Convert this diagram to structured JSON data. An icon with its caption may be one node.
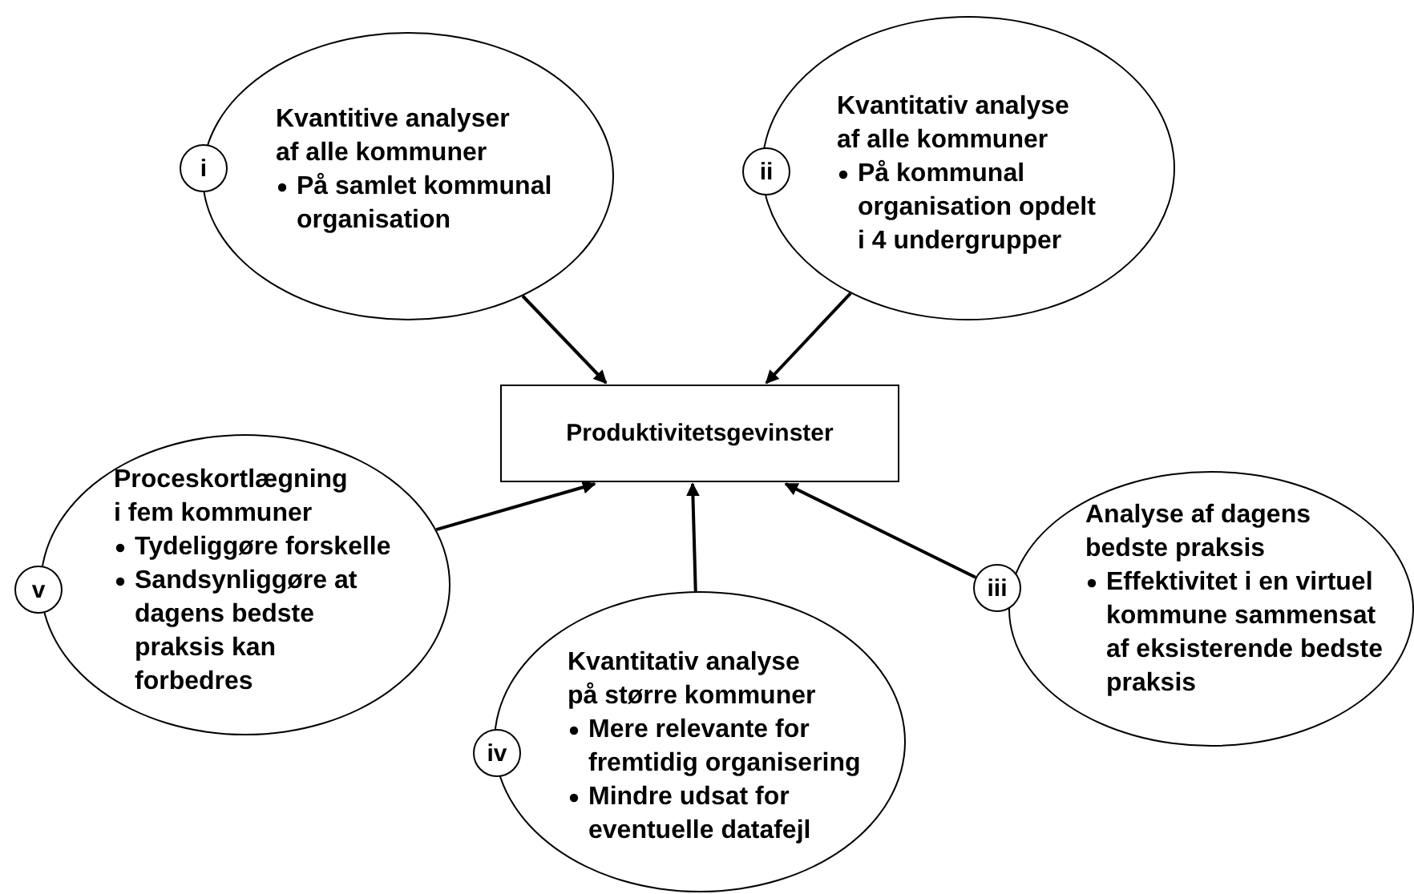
{
  "diagram": {
    "nodes": [
      {
        "text": [
          "Kvantitive analyser af alle kommuner",
          "På samlet kommunal organisation"
        ]
      },
      {
        "text": [
          "i"
        ]
      },
      {
        "text": [
          "Kvantitativ analyse af alle kommuner",
          "På kommunal organisation opdelt i 4 undergrupper"
        ]
      },
      {
        "text": [
          "ii"
        ]
      },
      {
        "text": [
          "Produktivitetsgevinster"
        ]
      },
      {
        "text": [
          "Proceskortlægning i fem kommuner",
          "Tydeliggøre forskelle",
          "Sandsynliggøre at dagens bedste praksis kan forbedres"
        ]
      },
      {
        "text": [
          "v"
        ]
      },
      {
        "text": [
          "Analyse af dagens bedste praksis",
          "Effektivitet i en virtuel kommune sammensat af eksisterende bedste praksis"
        ]
      },
      {
        "text": [
          "iii"
        ]
      },
      {
        "text": [
          "Kvantitativ analyse på større kommuner",
          "Mere relevante for fremtidig organisering",
          "Mindre udsat for eventuelle datafejl"
        ]
      },
      {
        "text": [
          "iv"
        ]
      }
    ],
    "edges": [
      {
        "from": 0,
        "to": 4,
        "arrow": "to"
      },
      {
        "from": 2,
        "to": 4,
        "arrow": "to"
      },
      {
        "from": 5,
        "to": 4,
        "arrow": "to"
      },
      {
        "from": 9,
        "to": 4,
        "arrow": "to"
      },
      {
        "from": 8,
        "to": 4,
        "arrow": "to"
      }
    ]
  }
}
